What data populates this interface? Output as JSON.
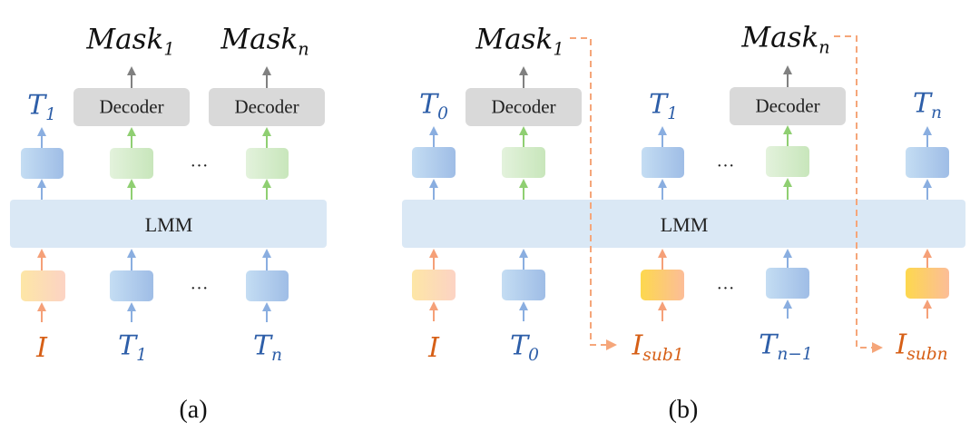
{
  "figure": {
    "panels": [
      {
        "id": "a",
        "caption": "(a)",
        "backbone_label": "LMM",
        "decoder_label": "Decoder",
        "outputs": [
          {
            "base": "Mask",
            "sub": "1"
          },
          {
            "base": "Mask",
            "sub": "n"
          }
        ],
        "top_tokens": [
          {
            "base": "T",
            "sub": "1",
            "color": "blue"
          }
        ],
        "inputs": [
          {
            "base": "I",
            "sub": "",
            "color": "orange"
          },
          {
            "base": "T",
            "sub": "1",
            "color": "blue"
          },
          {
            "base": "T",
            "sub": "n",
            "color": "blue"
          }
        ],
        "ellipsis": "…"
      },
      {
        "id": "b",
        "caption": "(b)",
        "backbone_label": "LMM",
        "decoder_label": "Decoder",
        "outputs": [
          {
            "base": "Mask",
            "sub": "1"
          },
          {
            "base": "Mask",
            "sub": "n"
          }
        ],
        "top_tokens": [
          {
            "base": "T",
            "sub": "0",
            "color": "blue"
          },
          {
            "base": "T",
            "sub": "1",
            "color": "blue"
          },
          {
            "base": "T",
            "sub": "n",
            "color": "blue"
          }
        ],
        "inputs": [
          {
            "base": "I",
            "sub": "",
            "color": "orange"
          },
          {
            "base": "T",
            "sub": "0",
            "color": "blue"
          },
          {
            "base": "I",
            "sub": "sub1",
            "color": "orange"
          },
          {
            "base": "T",
            "sub": "n−1",
            "color": "blue"
          },
          {
            "base": "I",
            "sub": "subn",
            "color": "orange"
          }
        ],
        "ellipsis": "…"
      }
    ],
    "colors": {
      "lmm_fill": "#dae8f5",
      "decoder_fill": "#d9d9d9",
      "text_token_blue": "#2d5ea8",
      "image_token_orange": "#d65f16",
      "arrow_blue": "#8aaee0",
      "arrow_green": "#8fcf72",
      "arrow_orange": "#f5a078",
      "arrow_gray": "#808080",
      "dashed_feedback": "#f5a67a"
    }
  }
}
